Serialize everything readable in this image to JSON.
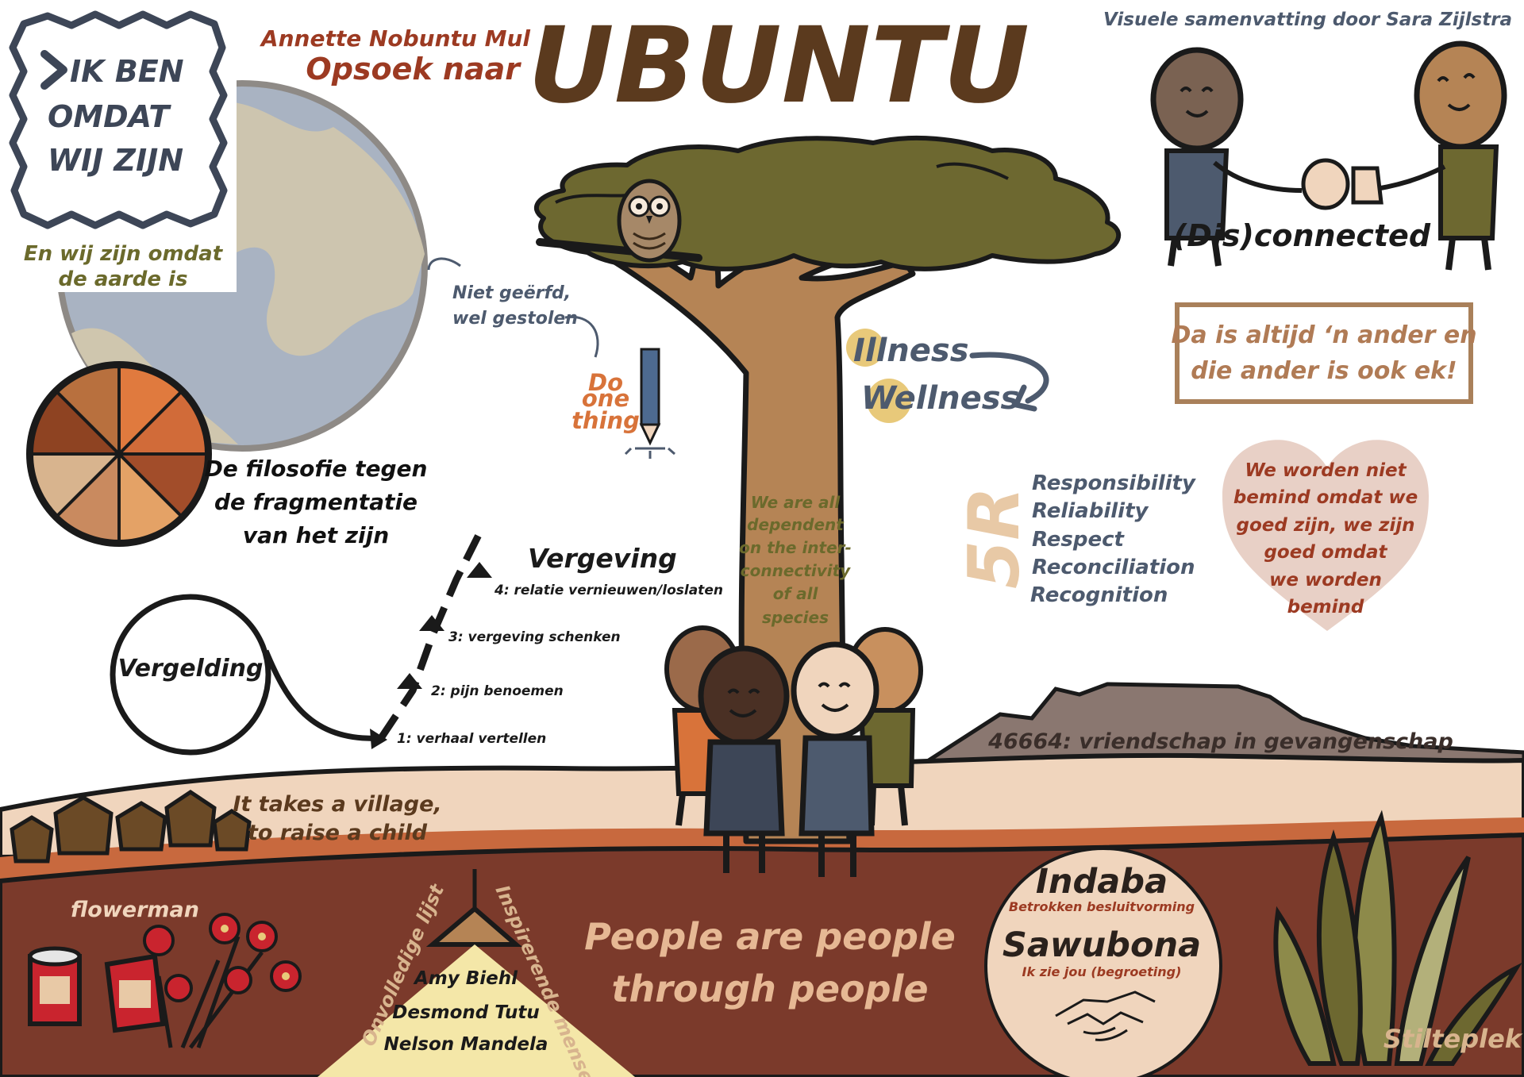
{
  "header": {
    "author": "Annette Nobuntu Mul",
    "subtitle": "Opsoek naar",
    "title": "UBUNTU",
    "credit": "Visuele samenvatting  door Sara Zijlstra"
  },
  "stamp": {
    "line1": "IK BEN",
    "line2": "OMDAT",
    "line3": "WIJ ZIJN"
  },
  "earth_caption": {
    "line1": "En wij zijn omdat",
    "line2": "de aarde is"
  },
  "puzzle_caption": {
    "line1": "De filosofie tegen",
    "line2": "de fragmentatie",
    "line3": "van het zijn"
  },
  "stolen": {
    "line1": "Niet geërfd,",
    "line2": "wel gestolen"
  },
  "do_one_thing": {
    "line1": "Do",
    "line2": "one",
    "line3": "thing"
  },
  "illness": {
    "line1": "Illness",
    "line2": "Wellness"
  },
  "trunk_text": [
    "We are all",
    "dependent",
    "on the inter-",
    "connectivity",
    "of all",
    "species"
  ],
  "connected": {
    "label": "(Dis)connected"
  },
  "quote_box": {
    "line1": "Da is altijd ‘n ander en",
    "line2": "die ander is ook ek!"
  },
  "five_r": {
    "label": "5R",
    "items": [
      "Responsibility",
      "Reliability",
      "Respect",
      "Reconciliation",
      "Recognition"
    ]
  },
  "heart": {
    "lines": [
      "We worden niet",
      "bemind omdat we",
      "goed zijn, we zijn",
      "goed omdat",
      "we worden",
      "bemind"
    ]
  },
  "forgiveness": {
    "title": "Vergeving",
    "start": "Vergelding",
    "steps": [
      "1: verhaal vertellen",
      "2: pijn benoemen",
      "3: vergeving schenken",
      "4: relatie vernieuwen/loslaten"
    ]
  },
  "mountain": {
    "label": "46664: vriendschap in gevangenschap"
  },
  "village": {
    "line1": "It takes a village,",
    "line2": "to raise a child"
  },
  "flowerman": {
    "label": "flowerman"
  },
  "lamp": {
    "left_label": "Onvolledige lijst",
    "right_label": "Inspirerende mensen",
    "names": [
      "Amy Biehl",
      "Desmond Tutu",
      "Nelson Mandela"
    ]
  },
  "people": {
    "line1": "People are people",
    "line2": "through people"
  },
  "indaba": {
    "title": "Indaba",
    "title_sub": "Betrokken besluitvorming",
    "greeting": "Sawubona",
    "greeting_sub": "Ik zie jou (begroeting)"
  },
  "stilteplek": {
    "label": "Stilteplek"
  },
  "colors": {
    "brown_title": "#5b3a1e",
    "rust": "#9c3a22",
    "slate": "#4d5a6e",
    "olive": "#6b6a2c",
    "soil": "#7b3a2b",
    "sand": "#f0d5bd",
    "trunk": "#b58455",
    "leaf": "#6d6830",
    "orange": "#d8733a",
    "gold": "#e8c97a"
  }
}
